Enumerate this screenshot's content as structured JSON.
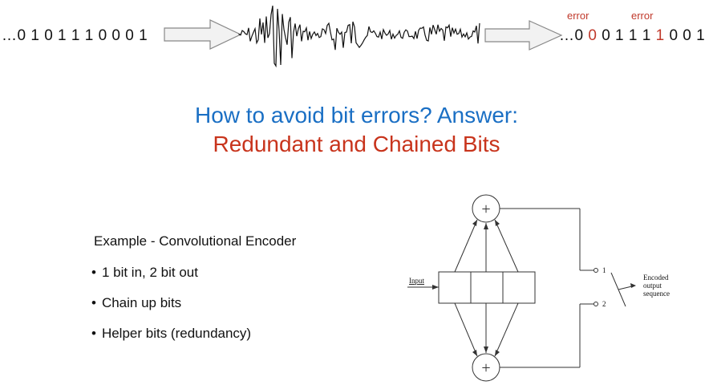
{
  "input_bits": "…0 1 0 1 1 1 0 0 0 1",
  "output_bits": [
    "…0 ",
    "0",
    " 0 1 1 1 ",
    "1",
    " 0 0 1"
  ],
  "error_label": "error",
  "title_line1": "How to avoid bit errors? Answer:",
  "title_line2": "Redundant and Chained Bits",
  "example_heading": "Example - Convolutional Encoder",
  "bullets": [
    "1 bit in, 2 bit out",
    "Chain up bits",
    "Helper bits (redundancy)"
  ],
  "diagram": {
    "input_label": "Input",
    "adder_symbol": "+",
    "output_1": "1",
    "output_2": "2",
    "encoded_label": [
      "Encoded",
      "output",
      "sequence"
    ]
  },
  "colors": {
    "title_blue": "#1a6fc4",
    "title_red": "#c8341c",
    "error_red": "#c0392b"
  }
}
